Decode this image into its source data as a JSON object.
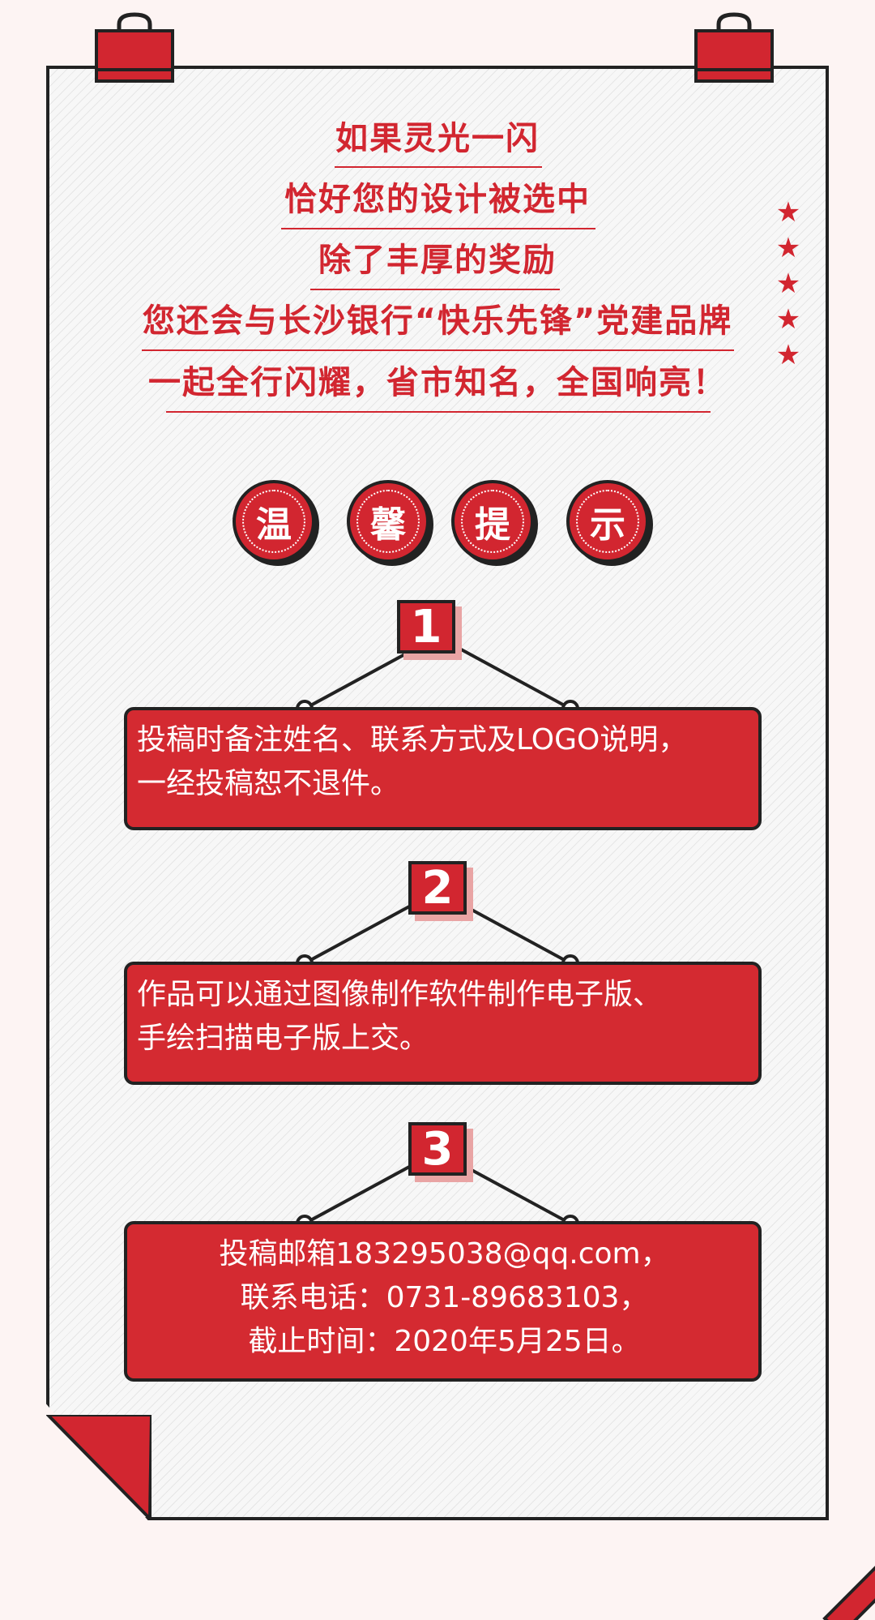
{
  "colors": {
    "accent": "#d22630",
    "ink": "#222222",
    "paper": "#f7f7f7",
    "background": "#fdf4f3"
  },
  "intro": {
    "lines": [
      "如果灵光一闪",
      "恰好您的设计被选中",
      "除了丰厚的奖励",
      "您还会与长沙银行“快乐先锋”党建品牌",
      "一起全行闪耀，省市知名，全国响亮！"
    ]
  },
  "decor": {
    "stars": [
      "★",
      "★",
      "★",
      "★",
      "★"
    ]
  },
  "badges": [
    "温",
    "馨",
    "提",
    "示"
  ],
  "tips": [
    {
      "number": "1",
      "lines": [
        "投稿时备注姓名、联系方式及LOGO说明，",
        "一经投稿恕不退件。"
      ]
    },
    {
      "number": "2",
      "lines": [
        "作品可以通过图像制作软件制作电子版、",
        "手绘扫描电子版上交。"
      ]
    },
    {
      "number": "3",
      "lines": [
        "投稿邮箱183295038@qq.com，",
        "联系电话：0731-89683103，",
        "截止时间：2020年5月25日。"
      ]
    }
  ]
}
